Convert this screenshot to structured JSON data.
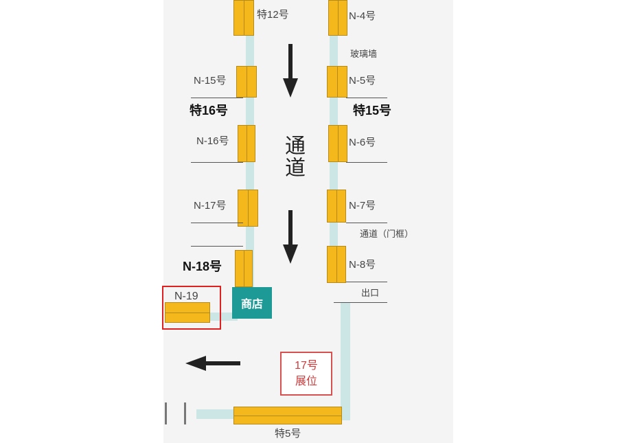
{
  "map": {
    "corridor_label": "通道",
    "booths_left": [
      {
        "label": "特12号"
      },
      {
        "label": "N-15号"
      },
      {
        "label": "特16号"
      },
      {
        "label": "N-16号"
      },
      {
        "label": "N-17号"
      },
      {
        "label": "N-18号"
      },
      {
        "label": "N-19"
      }
    ],
    "booths_right": [
      {
        "label": "N-4号"
      },
      {
        "label": "玻璃墙"
      },
      {
        "label": "N-5号"
      },
      {
        "label": "特15号"
      },
      {
        "label": "N-6号"
      },
      {
        "label": "N-7号"
      },
      {
        "label": "通道（门框）"
      },
      {
        "label": "N-8号"
      },
      {
        "label": "出口"
      }
    ],
    "shop_label": "商店",
    "stall17": {
      "line1": "17号",
      "line2": "展位"
    },
    "bottom_label": "特5号",
    "colors": {
      "booth": "#f5b81c",
      "wall": "#cce6e6",
      "shop": "#1d9a96",
      "highlight": "#e02020",
      "stall17": "#d65050"
    }
  }
}
